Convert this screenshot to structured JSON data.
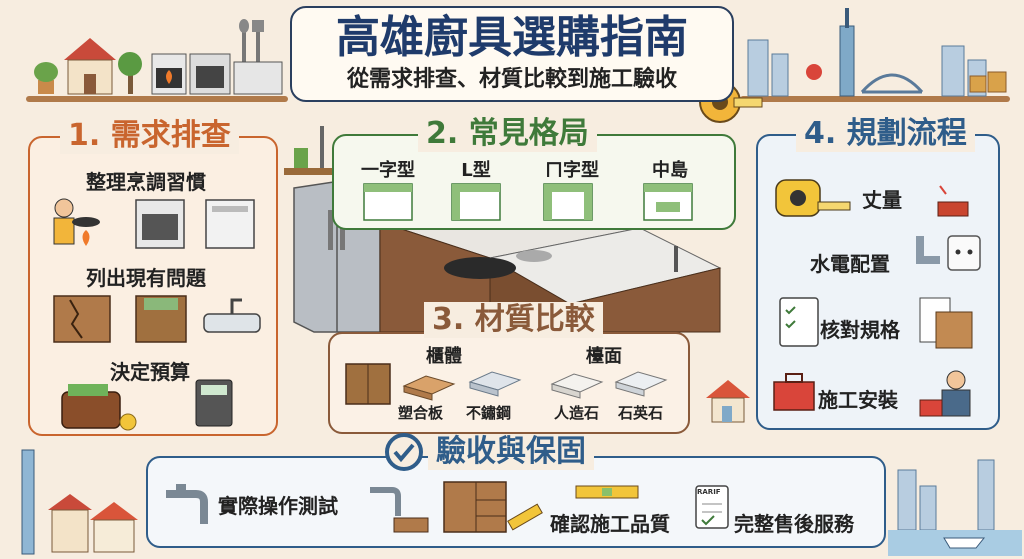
{
  "header": {
    "title": "高雄廚具選購指南",
    "subtitle": "從需求排查、材質比較到施工驗收"
  },
  "section1": {
    "title": "1. 需求排查",
    "items": [
      "整理烹調習慣",
      "列出現有問題",
      "決定預算"
    ]
  },
  "section2": {
    "title": "2. 常見格局",
    "layouts": [
      "一字型",
      "L型",
      "ㄇ字型",
      "中島"
    ]
  },
  "section3": {
    "title": "3. 材質比較",
    "cabinet": {
      "heading": "櫃體",
      "materials": [
        "塑合板",
        "不鏽鋼"
      ]
    },
    "countertop": {
      "heading": "檯面",
      "materials": [
        "人造石",
        "石英石"
      ]
    }
  },
  "section4": {
    "title": "4. 規劃流程",
    "steps": [
      "丈量",
      "水電配置",
      "核對規格",
      "施工安裝"
    ]
  },
  "section5": {
    "title": "驗收與保固",
    "items": [
      "實際操作測試",
      "確認施工品質",
      "完整售後服務"
    ],
    "document_label": "RARIF"
  },
  "colors": {
    "background": "#f7ede0",
    "section1_accent": "#c9652e",
    "section2_accent": "#3f7a3a",
    "section3_accent": "#8a5a3a",
    "section4_accent": "#2f5d8a",
    "section5_accent": "#2f5d8a",
    "title_text": "#1f3b6b"
  },
  "icons": [
    "house-icon",
    "stove-icon",
    "tools-icon",
    "taipei101-icon",
    "bridge-icon",
    "tape-measure-icon",
    "fridge-icon",
    "cook-icon",
    "oven-icon",
    "dishwasher-icon",
    "cracked-cabinet-icon",
    "damaged-drawer-icon",
    "leaky-sink-icon",
    "wallet-icon",
    "calculator-icon",
    "outlet-icon",
    "pipe-icon",
    "checklist-icon",
    "toolbox-icon",
    "worker-icon",
    "faucet-icon",
    "drawer-icon",
    "level-icon",
    "document-icon",
    "checkmark-icon"
  ]
}
